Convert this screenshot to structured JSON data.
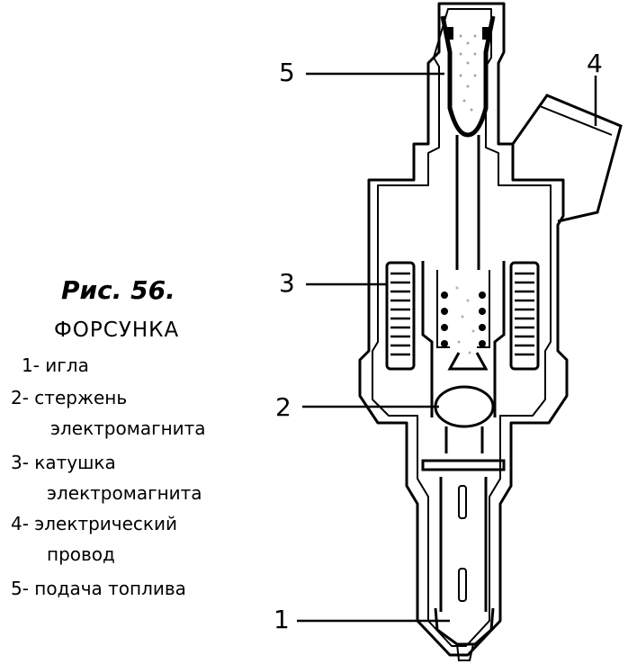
{
  "figure": {
    "title": "Рис. 56.",
    "subtitle": "ФОРСУНКА"
  },
  "legend": [
    {
      "line1": "1- игла",
      "line2": ""
    },
    {
      "line1": "2- стержень",
      "line2": "электромагнита"
    },
    {
      "line1": "3- катушка",
      "line2": "электромагнита"
    },
    {
      "line1": "4- электрический",
      "line2": "провод"
    },
    {
      "line1": "5- подача топлива",
      "line2": ""
    }
  ],
  "callouts": {
    "c1": "1",
    "c2": "2",
    "c3": "3",
    "c4": "4",
    "c5": "5"
  }
}
